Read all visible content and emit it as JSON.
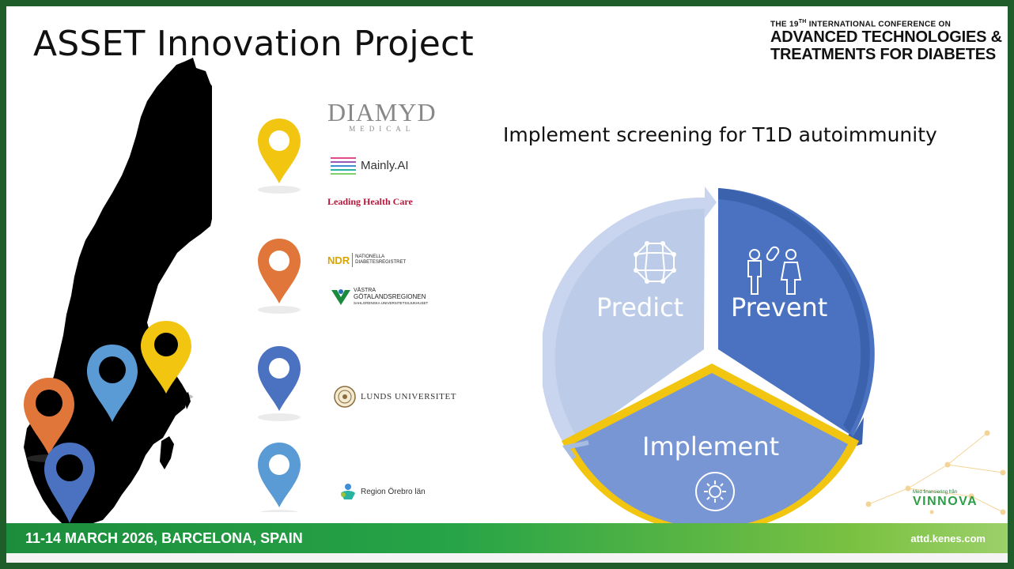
{
  "slide": {
    "title": "ASSET Innovation Project",
    "subtitle": "Implement screening for T1D autoimmunity"
  },
  "conference": {
    "line1": "THE 19",
    "line1_sup": "TH",
    "line1_rest": " INTERNATIONAL CONFERENCE ON",
    "line2": "ADVANCED TECHNOLOGIES &",
    "line3": "TREATMENTS FOR DIABETES"
  },
  "partners": {
    "diamyd_main": "DIAMYD",
    "diamyd_sub": "MEDICAL",
    "mainly_ai": "Mainly.AI",
    "leading_health_care": "Leading Health Care",
    "ndr": "NDR",
    "ndr_sub1": "NATIONELLA",
    "ndr_sub2": "DIABETESREGISTRET",
    "vgr_line1": "VÄSTRA",
    "vgr_line2": "GÖTALANDSREGIONEN",
    "vgr_line3": "SAHLGRENSKA UNIVERSITETSSJUKHUSET",
    "lund": "LUNDS UNIVERSITET",
    "orebro": "Region Örebro län"
  },
  "cycle": {
    "predict": "Predict",
    "prevent": "Prevent",
    "implement": "Implement"
  },
  "colors": {
    "pin_yellow": "#f2c511",
    "pin_orange": "#e0763a",
    "pin_blue": "#4a72c0",
    "pin_lightblue": "#5b9bd5",
    "predict": "#a6bbe0",
    "prevent": "#4a72c0",
    "implement": "#7896d4",
    "implement_border": "#f2c511",
    "footer_green": "#27a447"
  },
  "footer": {
    "date_location": "11-14 MARCH 2026, BARCELONA, SPAIN",
    "website": "attd.kenes.com",
    "funding_small": "Med finansiering från",
    "funding_brand": "VINNOVA"
  }
}
